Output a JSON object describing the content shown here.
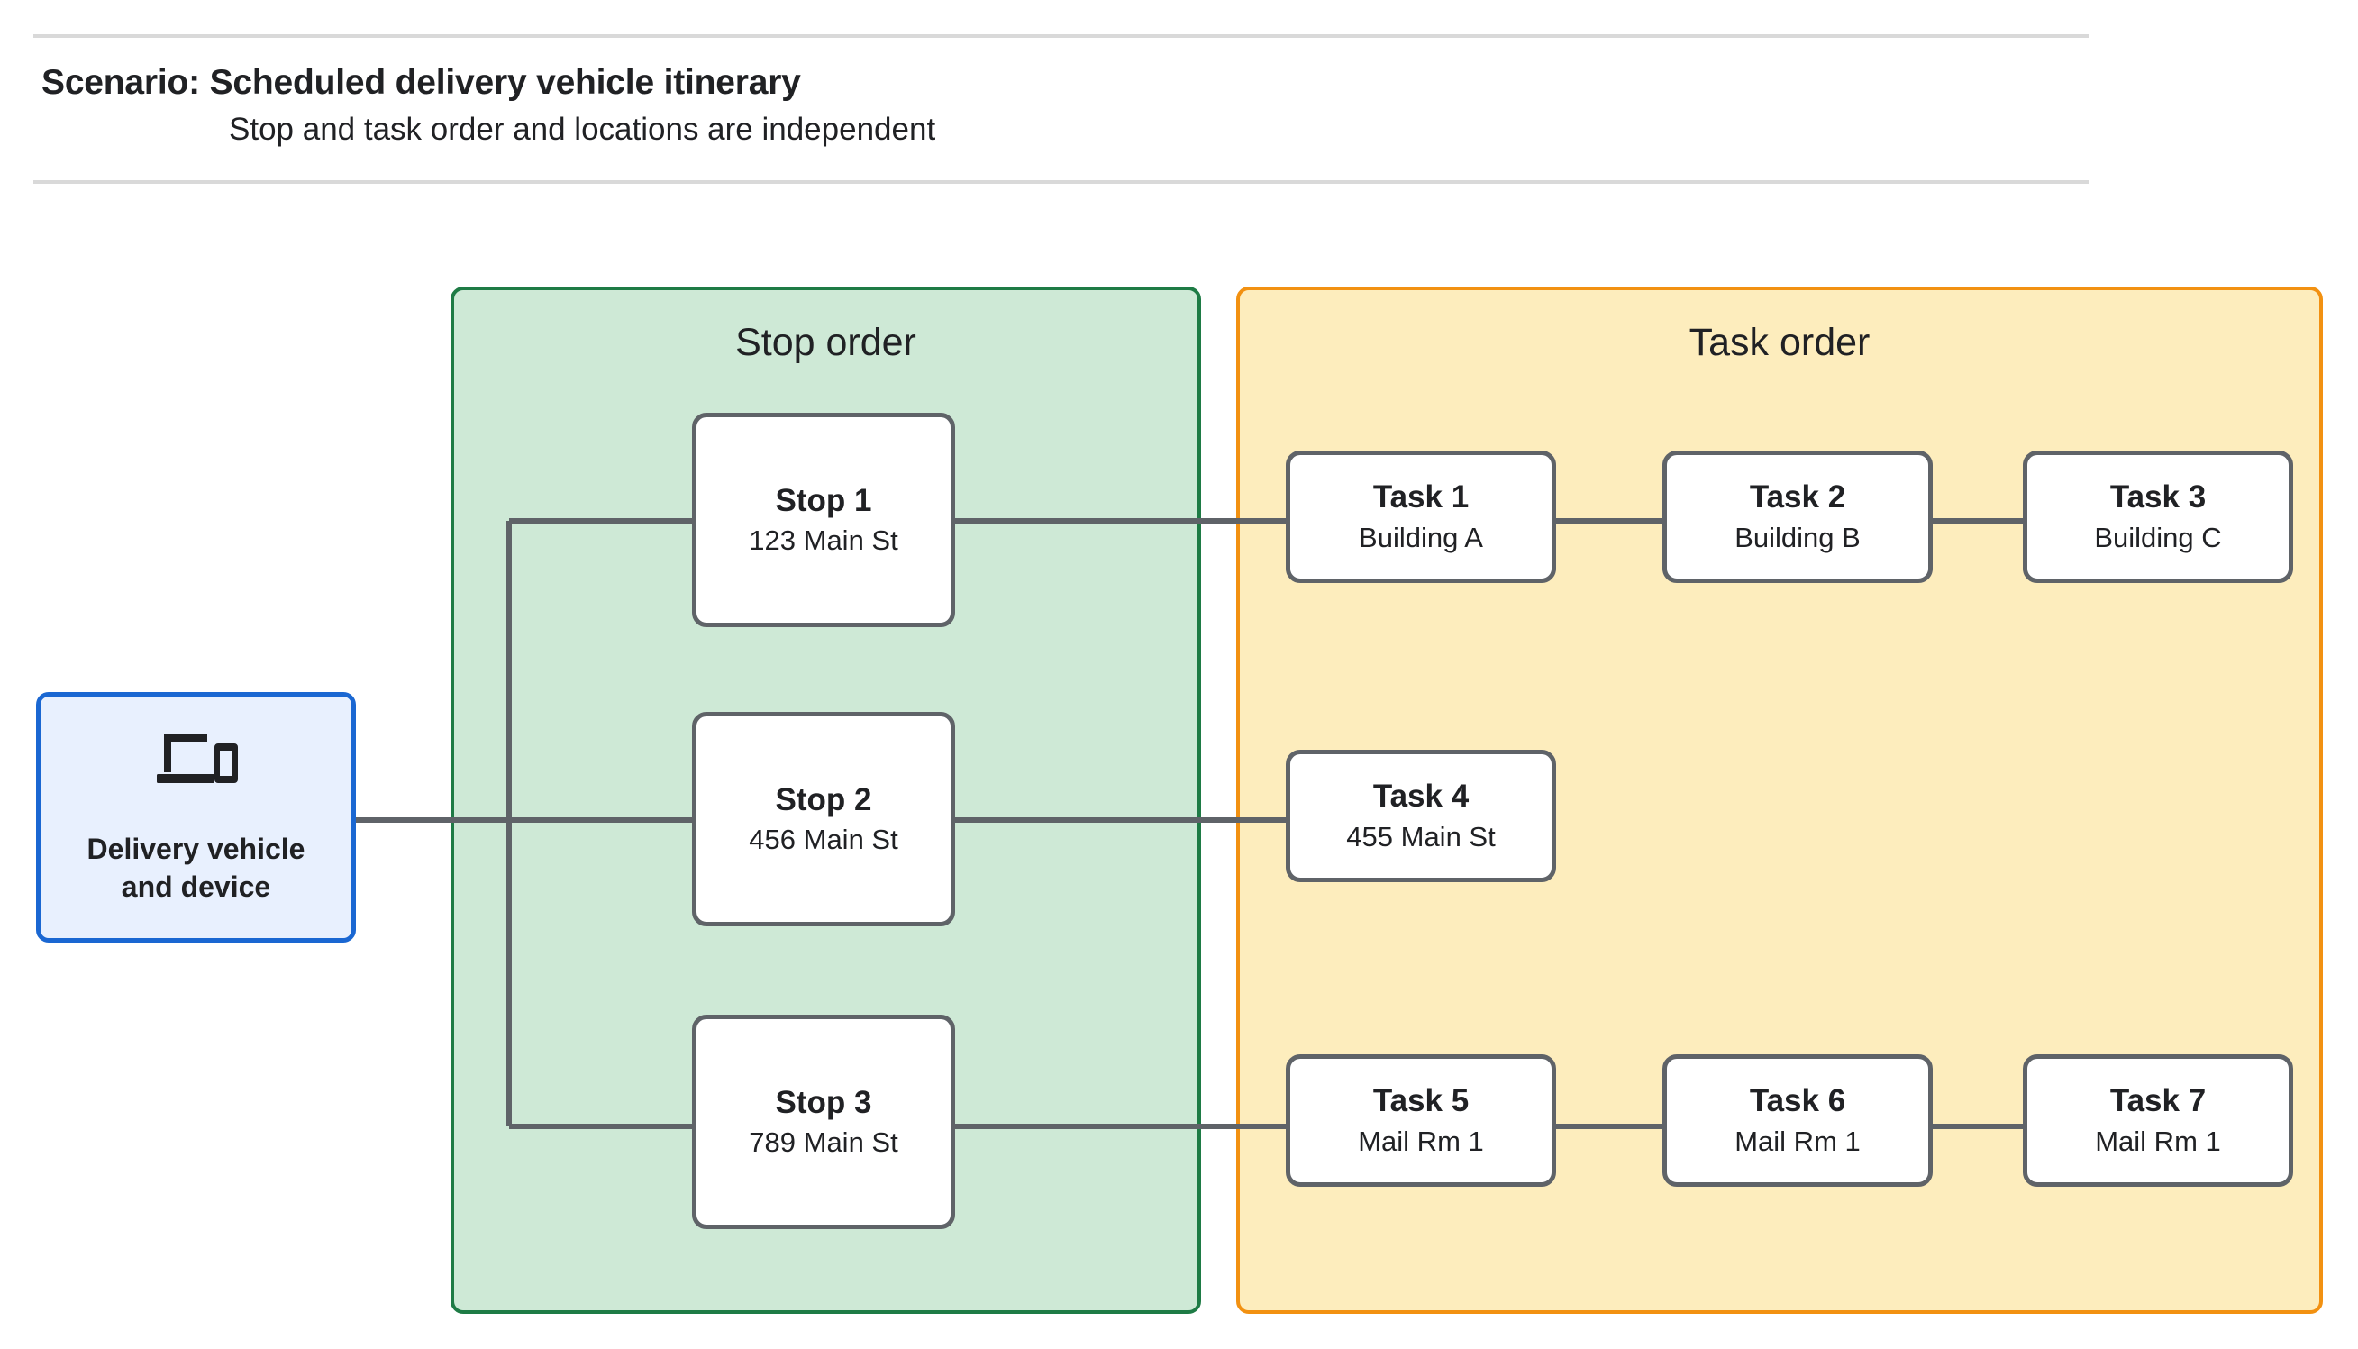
{
  "header": {
    "title": "Scenario: Scheduled delivery vehicle itinerary",
    "subtitle": "Stop and task order and locations are independent"
  },
  "vehicle": {
    "icon": "devices-icon",
    "label_line1": "Delivery vehicle",
    "label_line2": "and device"
  },
  "panels": {
    "stop": {
      "title": "Stop order",
      "border_color": "#1e7b45",
      "fill_color": "#cee9d6"
    },
    "task": {
      "title": "Task order",
      "border_color": "#f29111",
      "fill_color": "#fdedbd"
    }
  },
  "stops": [
    {
      "name": "Stop 1",
      "location": "123 Main St"
    },
    {
      "name": "Stop 2",
      "location": "456 Main St"
    },
    {
      "name": "Stop 3",
      "location": "789 Main St"
    }
  ],
  "tasks": [
    {
      "name": "Task 1",
      "location": "Building A"
    },
    {
      "name": "Task 2",
      "location": "Building B"
    },
    {
      "name": "Task 3",
      "location": "Building C"
    },
    {
      "name": "Task 4",
      "location": "455 Main St"
    },
    {
      "name": "Task 5",
      "location": "Mail Rm 1"
    },
    {
      "name": "Task 6",
      "location": "Mail Rm 1"
    },
    {
      "name": "Task 7",
      "location": "Mail Rm 1"
    }
  ],
  "colors": {
    "connector": "#5f6368",
    "card_border": "#5f6368",
    "vehicle_border": "#1a67d2",
    "vehicle_fill": "#e8f0fe",
    "rule": "#d9d9d9"
  }
}
